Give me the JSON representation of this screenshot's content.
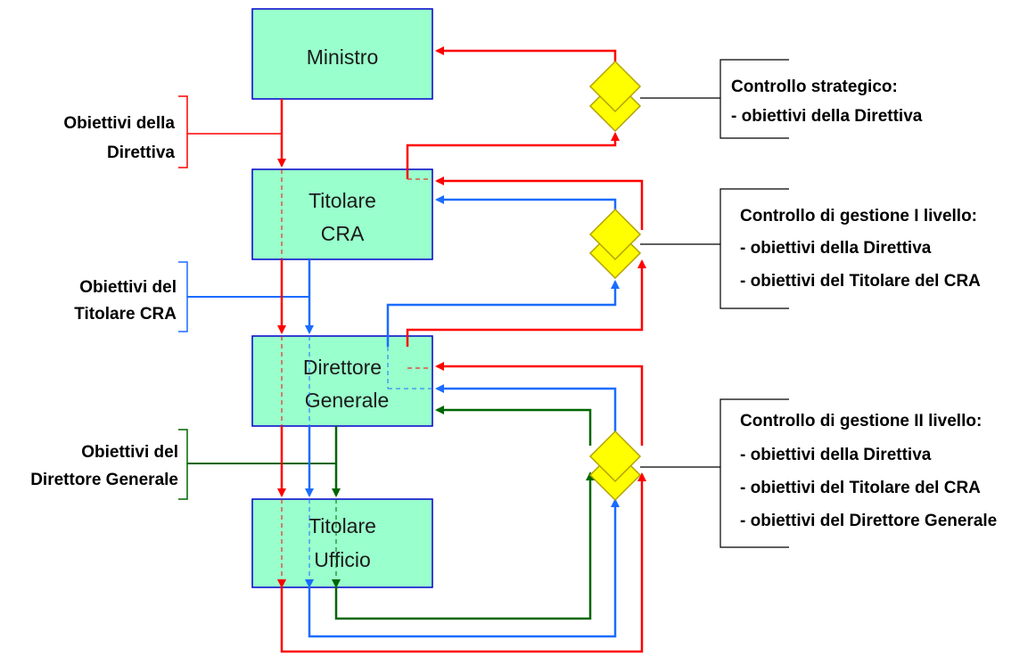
{
  "colors": {
    "box_fill": "#99ffcc",
    "box_border": "#0000cc",
    "red": "#ff0000",
    "blue": "#1a6cff",
    "green": "#006600",
    "diamond": "#ffff00",
    "diamond_border": "#b3a200"
  },
  "boxes": {
    "ministro": {
      "lines": [
        "Ministro"
      ]
    },
    "titolare_cra": {
      "lines": [
        "Titolare",
        "CRA"
      ]
    },
    "direttore_generale": {
      "lines": [
        "Direttore",
        "Generale"
      ]
    },
    "titolare_ufficio": {
      "lines": [
        "Titolare",
        "Ufficio"
      ]
    }
  },
  "side_labels": {
    "obiettivi_direttiva": {
      "lines": [
        "Obiettivi della",
        "Direttiva"
      ]
    },
    "obiettivi_titolare_cra": {
      "lines": [
        "Obiettivi del",
        "Titolare CRA"
      ]
    },
    "obiettivi_direttore": {
      "lines": [
        "Obiettivi del",
        "Direttore Generale"
      ]
    }
  },
  "controls": {
    "strategico": {
      "lines": [
        "Controllo strategico:",
        "- obiettivi della Direttiva"
      ]
    },
    "gestione_1": {
      "lines": [
        "Controllo di gestione I livello:",
        "- obiettivi della Direttiva",
        "- obiettivi del Titolare del CRA"
      ]
    },
    "gestione_2": {
      "lines": [
        "Controllo di gestione II livello:",
        "- obiettivi della Direttiva",
        "- obiettivi del Titolare del CRA",
        "- obiettivi del Direttore Generale"
      ]
    }
  }
}
